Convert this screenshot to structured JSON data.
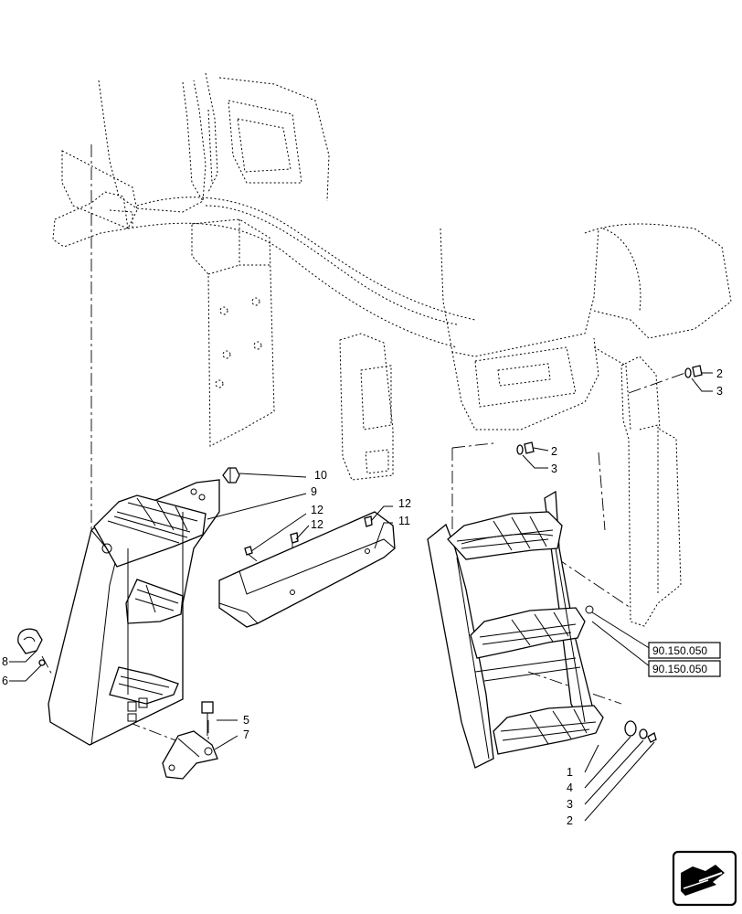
{
  "callouts": [
    {
      "id": "c10",
      "text": "10"
    },
    {
      "id": "c9",
      "text": "9"
    },
    {
      "id": "c12a",
      "text": "12"
    },
    {
      "id": "c12b",
      "text": "12"
    },
    {
      "id": "c12c",
      "text": "12"
    },
    {
      "id": "c11",
      "text": "11"
    },
    {
      "id": "c8",
      "text": "8"
    },
    {
      "id": "c6",
      "text": "6"
    },
    {
      "id": "c5",
      "text": "5"
    },
    {
      "id": "c7",
      "text": "7"
    },
    {
      "id": "c2a",
      "text": "2"
    },
    {
      "id": "c3a",
      "text": "3"
    },
    {
      "id": "c2b",
      "text": "2"
    },
    {
      "id": "c3b",
      "text": "3"
    },
    {
      "id": "c1",
      "text": "1"
    },
    {
      "id": "c4",
      "text": "4"
    },
    {
      "id": "c3c",
      "text": "3"
    },
    {
      "id": "c2c",
      "text": "2"
    }
  ],
  "references": [
    {
      "id": "ref1",
      "text": "90.150.050"
    },
    {
      "id": "ref2",
      "text": "90.150.050"
    }
  ],
  "nav_icon": "next-page-arrow-icon"
}
